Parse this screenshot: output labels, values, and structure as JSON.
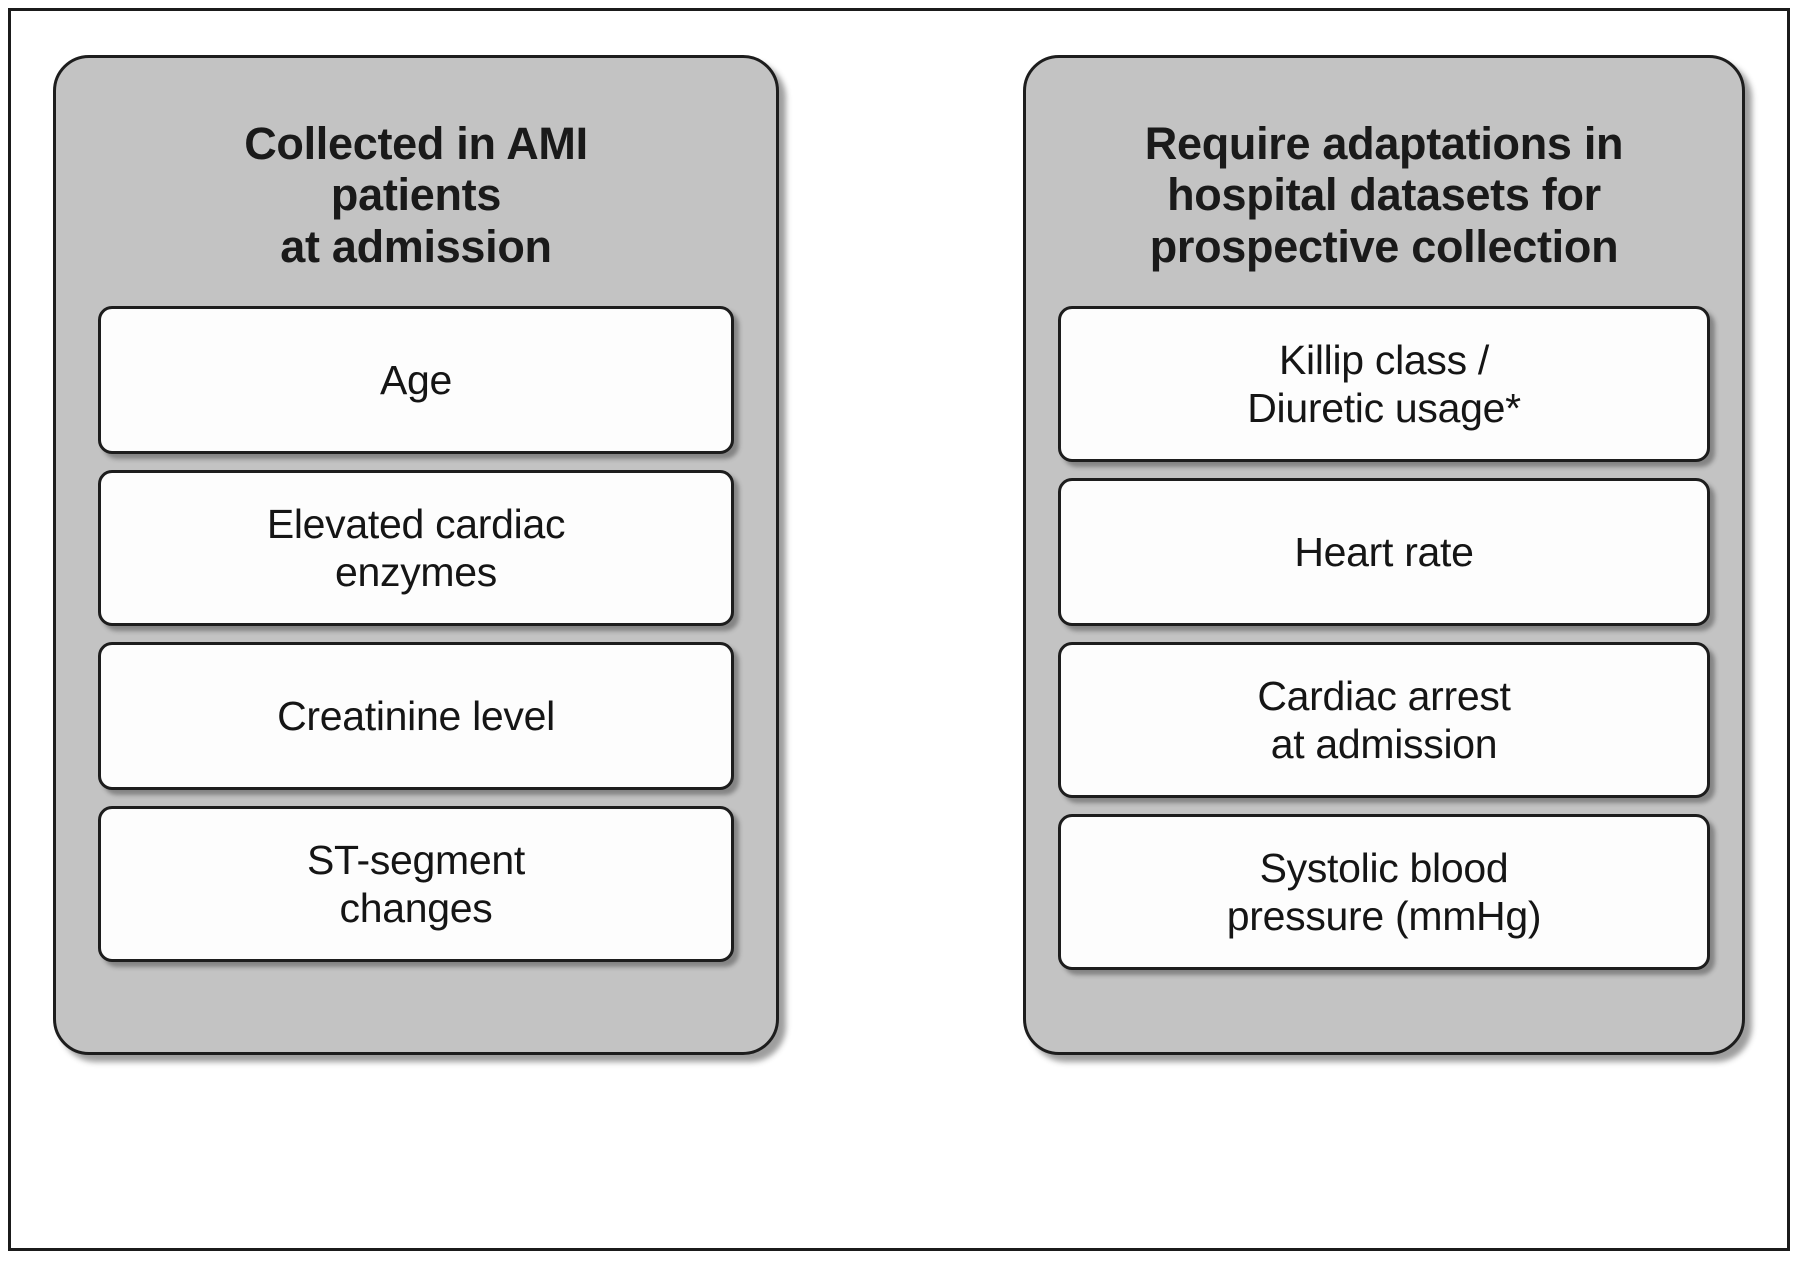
{
  "figure": {
    "type": "two-column-grouping-diagram",
    "background_color": "#ffffff",
    "frame_color": "#1b1b1b",
    "panel_fill_color": "#c3c3c3",
    "box_fill_color": "#fdfdfd",
    "text_color": "#151515"
  },
  "panels": [
    {
      "id": "collected",
      "header": "Collected in AMI\npatients\nat admission",
      "items": [
        {
          "label": "Age",
          "lines": 1
        },
        {
          "label": "Elevated cardiac\nenzymes",
          "lines": 2
        },
        {
          "label": "Creatinine level",
          "lines": 1
        },
        {
          "label": "ST-segment\nchanges",
          "lines": 2
        }
      ]
    },
    {
      "id": "adaptations",
      "header": "Require adaptations in\nhospital datasets for\nprospective collection",
      "items": [
        {
          "label": "Killip class /\nDiuretic usage*",
          "lines": 2
        },
        {
          "label": "Heart rate",
          "lines": 1
        },
        {
          "label": "Cardiac arrest\nat admission",
          "lines": 2
        },
        {
          "label": "Systolic blood\npressure (mmHg)",
          "lines": 2
        }
      ]
    }
  ]
}
